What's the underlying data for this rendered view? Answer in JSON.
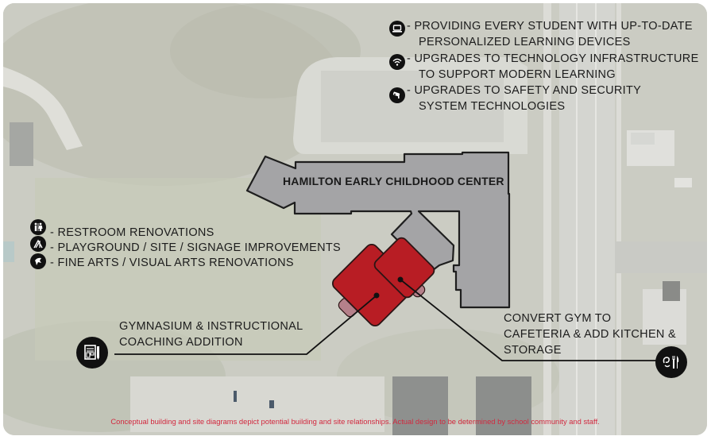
{
  "map": {
    "building_name": "HAMILTON EARLY CHILDHOOD CENTER",
    "colors": {
      "building_fill": "#a4a4a6",
      "building_outline": "#1e1e1e",
      "addition_fill": "#b81d24",
      "addition_connector_fill": "#b5808a",
      "footer_text": "#d2283e",
      "icon_bg": "#111111"
    }
  },
  "tech_items": [
    {
      "icon": "laptop-icon",
      "lines": [
        "- PROVIDING EVERY STUDENT WITH UP-TO-DATE",
        "PERSONALIZED LEARNING DEVICES"
      ]
    },
    {
      "icon": "wifi-icon",
      "lines": [
        "- UPGRADES TO TECHNOLOGY INFRASTRUCTURE",
        "TO SUPPORT MODERN LEARNING"
      ]
    },
    {
      "icon": "security-camera-icon",
      "lines": [
        "- UPGRADES TO SAFETY AND SECURITY",
        "SYSTEM  TECHNOLOGIES"
      ]
    }
  ],
  "site_items": [
    {
      "icon": "restroom-icon",
      "label": "- RESTROOM RENOVATIONS"
    },
    {
      "icon": "playground-icon",
      "label": "- PLAYGROUND / SITE / SIGNAGE IMPROVEMENTS"
    },
    {
      "icon": "fine-arts-icon",
      "label": "- FINE ARTS / VISUAL ARTS RENOVATIONS"
    }
  ],
  "callouts": {
    "gym": {
      "icon": "floor-plan-pencil-icon",
      "lines": [
        "GYMNASIUM & INSTRUCTIONAL",
        "COACHING ADDITION"
      ]
    },
    "cafeteria": {
      "icon": "kitchen-utensils-icon",
      "lines": [
        "CONVERT GYM TO",
        "CAFETERIA & ADD KITCHEN &",
        "STORAGE"
      ]
    }
  },
  "footer": {
    "disclaimer": "Conceptual building and site diagrams depict potential building and site relationships. Actual design to be determined by school community and staff."
  }
}
